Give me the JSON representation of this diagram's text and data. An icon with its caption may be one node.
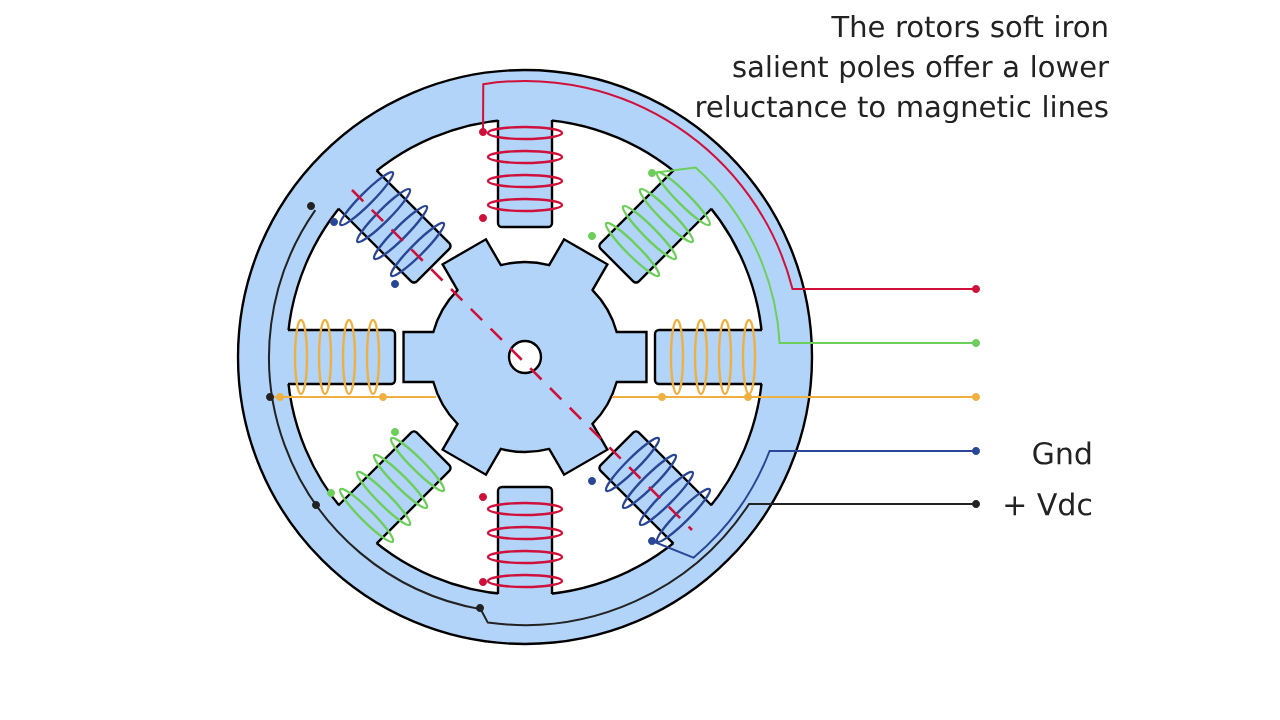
{
  "diagram": {
    "title": "The rotors soft iron salient poles offer a lower reluctance to magnetic lines",
    "labels": [
      "Gnd",
      "+ Vdc"
    ]
  }
}
